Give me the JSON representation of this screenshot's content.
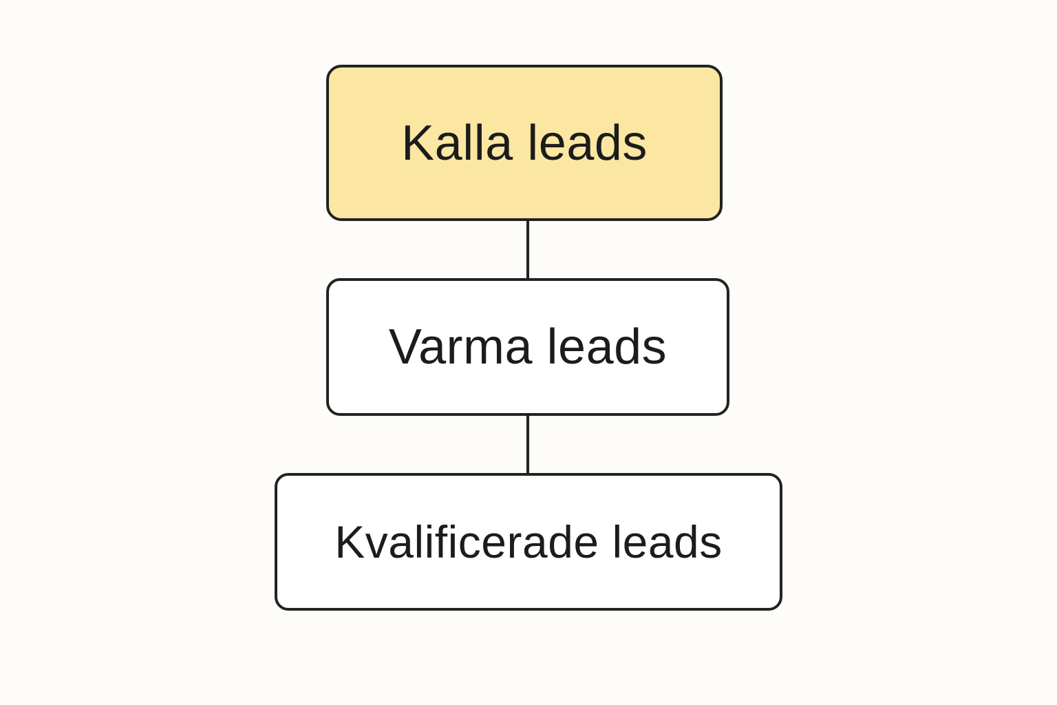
{
  "diagram": {
    "nodes": [
      {
        "id": "cold",
        "label": "Kalla leads",
        "fill": "#fbe7a1"
      },
      {
        "id": "warm",
        "label": "Varma leads",
        "fill": "#ffffff"
      },
      {
        "id": "qualified",
        "label": "Kvalificerade leads",
        "fill": "#ffffff"
      }
    ],
    "edges": [
      {
        "from": "cold",
        "to": "warm"
      },
      {
        "from": "warm",
        "to": "qualified"
      }
    ],
    "colors": {
      "background": "#fdfcf8",
      "stroke": "#222222",
      "text": "#1c1c1c"
    }
  }
}
